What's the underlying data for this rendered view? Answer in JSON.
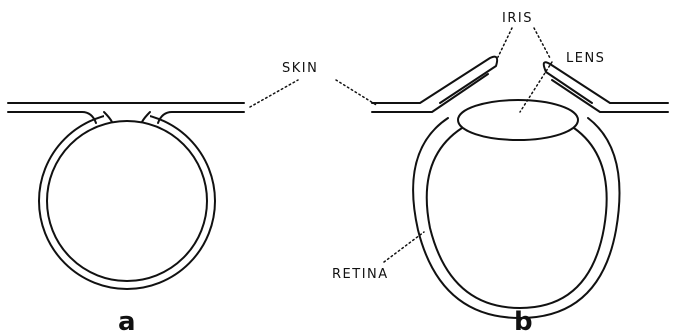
{
  "labels": {
    "skin": "SKIN",
    "iris": "IRIS",
    "lens": "LENS",
    "retina": "RETINA",
    "panel_a": "a",
    "panel_b": "b"
  }
}
